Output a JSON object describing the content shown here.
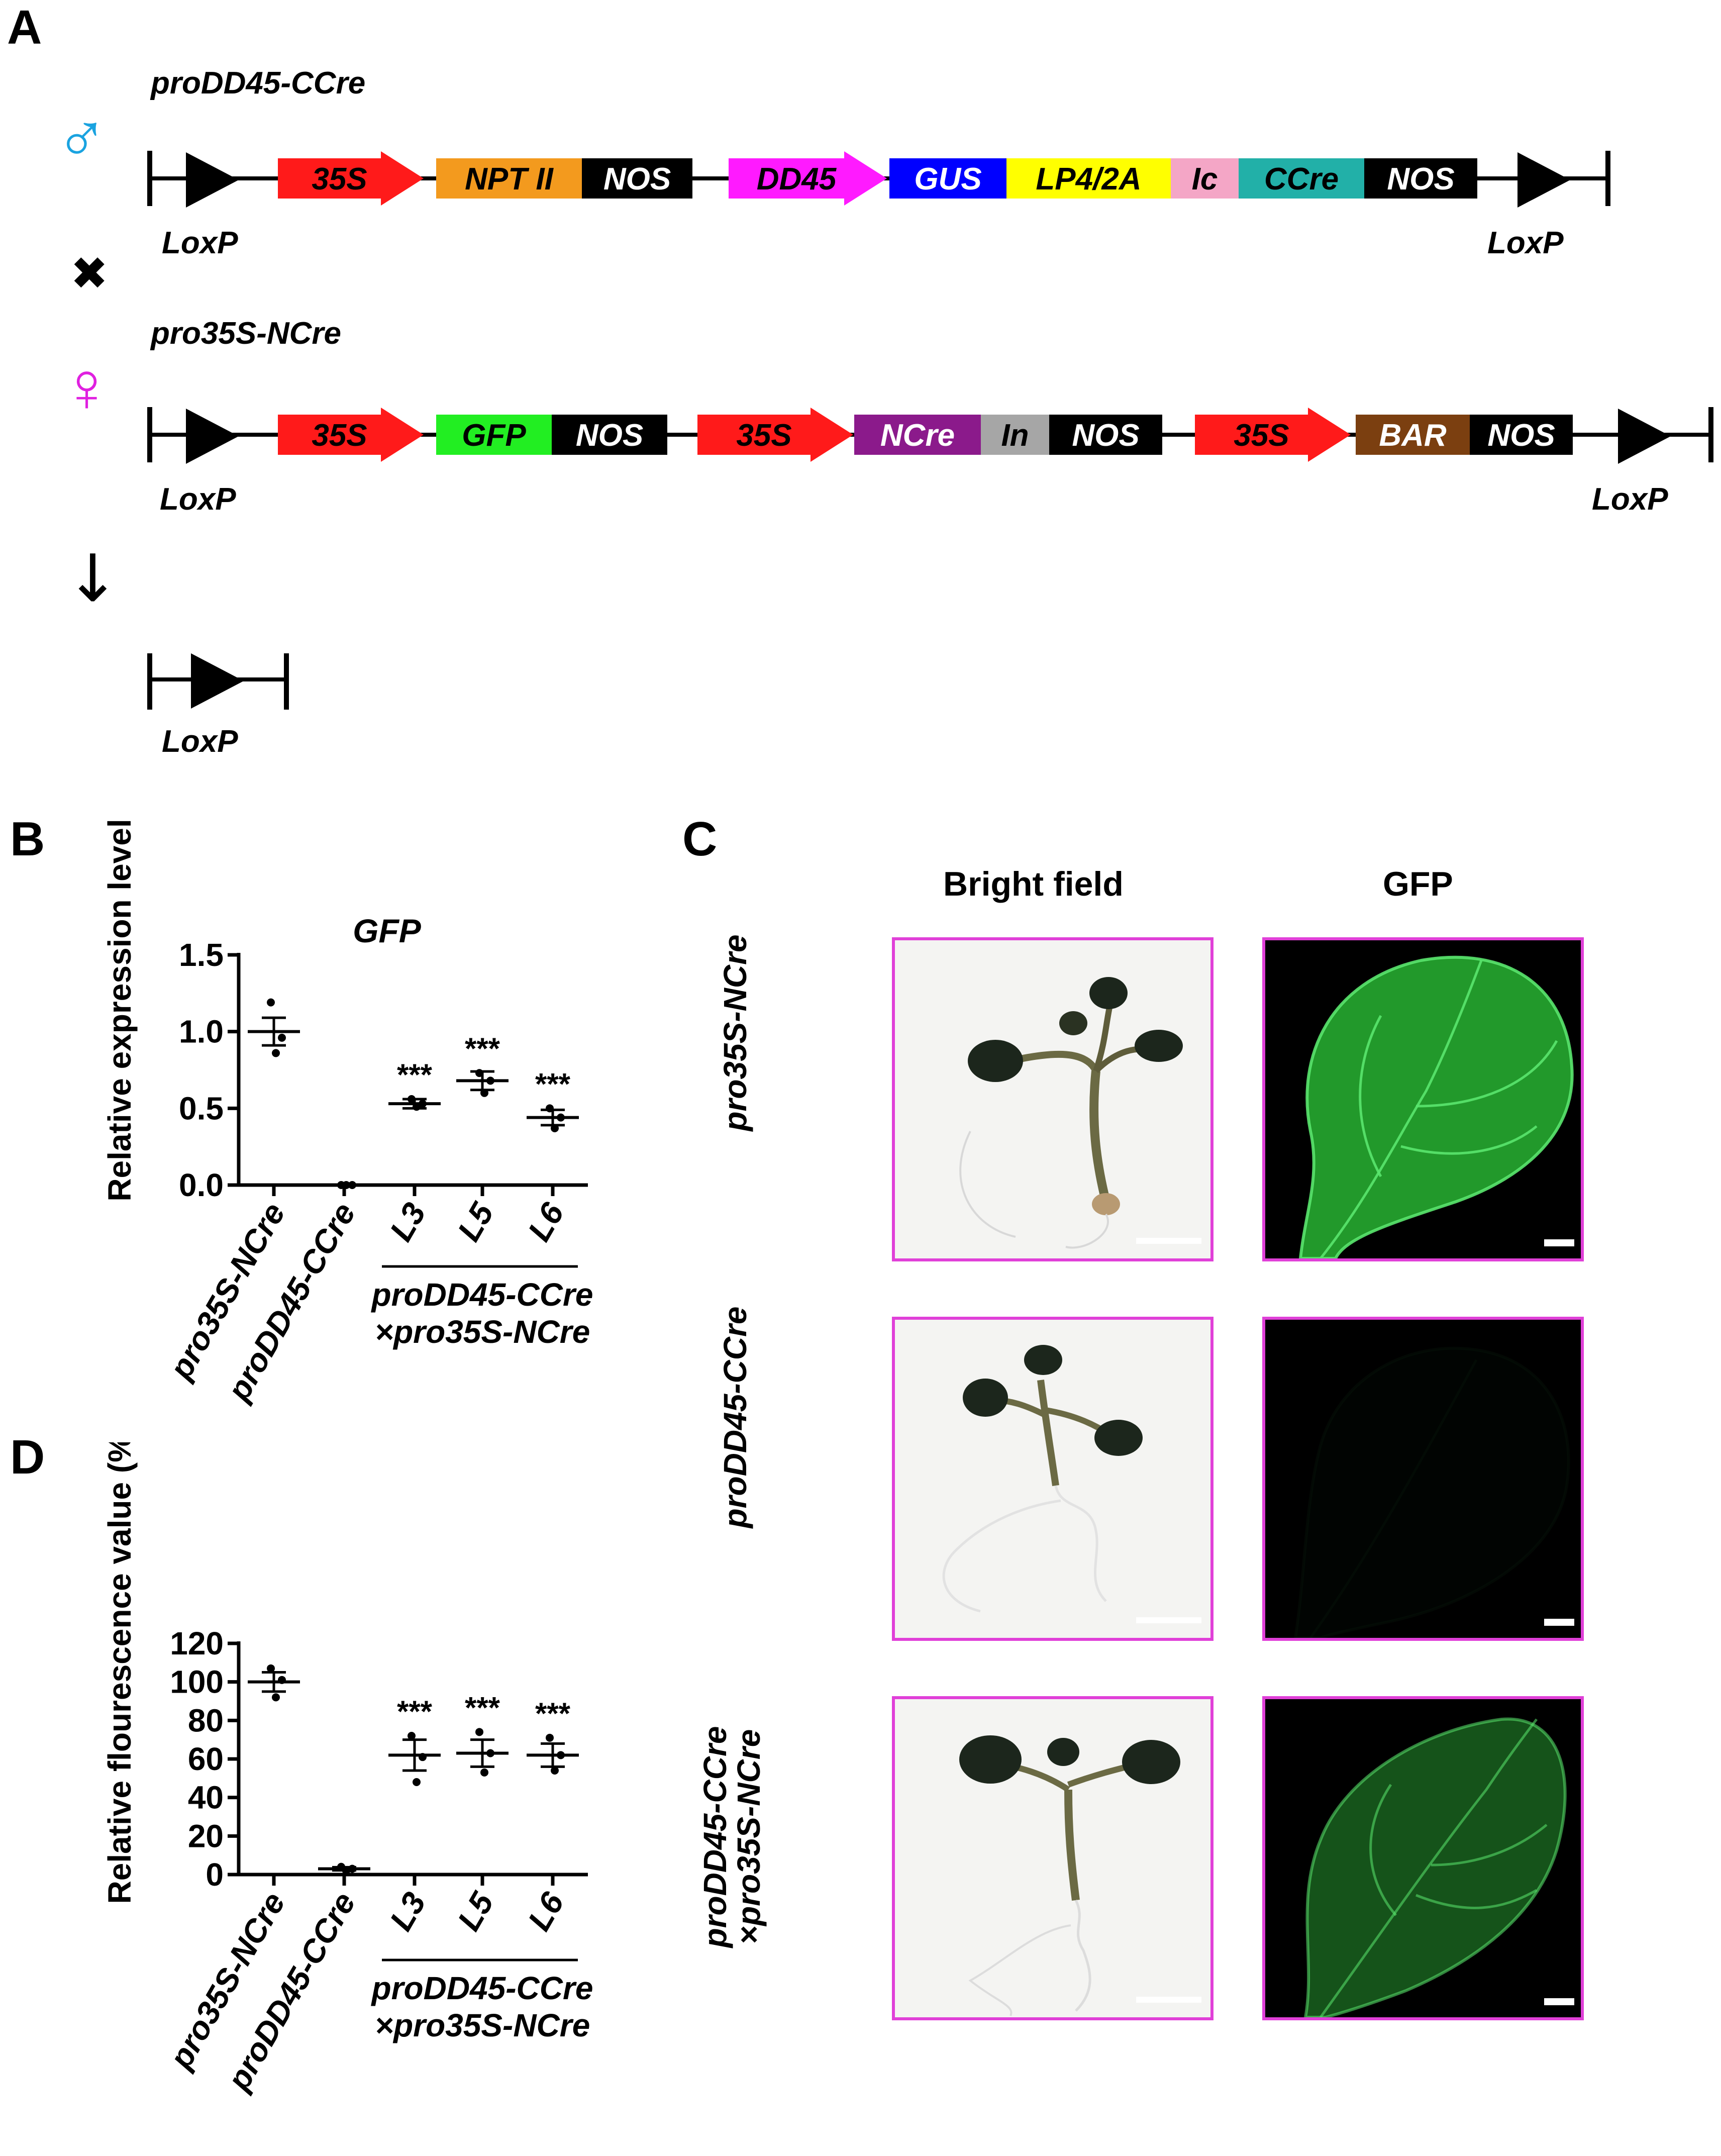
{
  "panel_labels": {
    "a": "A",
    "b": "B",
    "c": "C",
    "d": "D"
  },
  "panel_a": {
    "male_symbol": "♂",
    "female_symbol": "♀",
    "cross_symbol": "✖",
    "arrow_symbol": "↓",
    "construct1": {
      "title": "proDD45-CCre",
      "elements": [
        {
          "label": "35S",
          "type": "promoter",
          "color": "#ff1a1a",
          "text_color": "#000000"
        },
        {
          "label": "NPT II",
          "type": "box",
          "color": "#f39a1e",
          "text_color": "#000000"
        },
        {
          "label": "NOS",
          "type": "box",
          "color": "#000000",
          "text_color": "#ffffff"
        },
        {
          "label": "DD45",
          "type": "promoter",
          "color": "#ff1aff",
          "text_color": "#000000"
        },
        {
          "label": "GUS",
          "type": "box",
          "color": "#0000ff",
          "text_color": "#ffffff"
        },
        {
          "label": "LP4/2A",
          "type": "box",
          "color": "#ffff00",
          "text_color": "#000000"
        },
        {
          "label": "Ic",
          "type": "box",
          "color": "#f4a6c6",
          "text_color": "#000000"
        },
        {
          "label": "CCre",
          "type": "box",
          "color": "#22b0a8",
          "text_color": "#000000"
        },
        {
          "label": "NOS",
          "type": "box",
          "color": "#000000",
          "text_color": "#ffffff"
        }
      ],
      "loxp_left": "LoxP",
      "loxp_right": "LoxP"
    },
    "construct2": {
      "title": "pro35S-NCre",
      "elements": [
        {
          "label": "35S",
          "type": "promoter",
          "color": "#ff1a1a",
          "text_color": "#000000"
        },
        {
          "label": "GFP",
          "type": "box",
          "color": "#22ee22",
          "text_color": "#000000"
        },
        {
          "label": "NOS",
          "type": "box",
          "color": "#000000",
          "text_color": "#ffffff"
        },
        {
          "label": "35S",
          "type": "promoter",
          "color": "#ff1a1a",
          "text_color": "#000000"
        },
        {
          "label": "NCre",
          "type": "box",
          "color": "#8b1a8b",
          "text_color": "#ffffff"
        },
        {
          "label": "In",
          "type": "box",
          "color": "#a6a6a6",
          "text_color": "#000000"
        },
        {
          "label": "NOS",
          "type": "box",
          "color": "#000000",
          "text_color": "#ffffff"
        },
        {
          "label": "35S",
          "type": "promoter",
          "color": "#ff1a1a",
          "text_color": "#000000"
        },
        {
          "label": "BAR",
          "type": "box",
          "color": "#7b3f10",
          "text_color": "#ffffff"
        },
        {
          "label": "NOS",
          "type": "box",
          "color": "#000000",
          "text_color": "#ffffff"
        }
      ],
      "loxp_left": "LoxP",
      "loxp_right": "LoxP"
    },
    "result_loxp": "LoxP"
  },
  "chart_data": [
    {
      "panel": "B",
      "type": "scatter",
      "title": "GFP",
      "ylabel": "Relative expression level",
      "ylim": [
        0,
        1.5
      ],
      "yticks": [
        "0.0",
        "0.5",
        "1.0",
        "1.5"
      ],
      "categories": [
        "pro35S-NCre",
        "proDD45-CCre",
        "L3",
        "L5",
        "L6"
      ],
      "group_label": "proDD45-CCre\n×pro35S-NCre",
      "group_label_line1": "proDD45-CCre",
      "group_label_line2": "×pro35S-NCre",
      "means": [
        1.0,
        0.0,
        0.53,
        0.68,
        0.44
      ],
      "errors": [
        0.09,
        0.0,
        0.03,
        0.06,
        0.05
      ],
      "points": [
        [
          1.19,
          0.96,
          0.86
        ],
        [
          0.0,
          0.0,
          0.0
        ],
        [
          0.56,
          0.53,
          0.51
        ],
        [
          0.73,
          0.68,
          0.6
        ],
        [
          0.5,
          0.44,
          0.37
        ]
      ],
      "significance": [
        "",
        "",
        "***",
        "***",
        "***"
      ]
    },
    {
      "panel": "D",
      "type": "scatter",
      "title": "",
      "ylabel": "Relative flourescence value (%)",
      "ylim": [
        0,
        120
      ],
      "yticks": [
        "0",
        "20",
        "40",
        "60",
        "80",
        "100",
        "120"
      ],
      "categories": [
        "pro35S-NCre",
        "proDD45-CCre",
        "L3",
        "L5",
        "L6"
      ],
      "group_label": "proDD45-CCre\n×pro35S-NCre",
      "group_label_line1": "proDD45-CCre",
      "group_label_line2": "×pro35S-NCre",
      "means": [
        100,
        3,
        62,
        63,
        62
      ],
      "errors": [
        5,
        0.8,
        8,
        7,
        6
      ],
      "points": [
        [
          107,
          101,
          92
        ],
        [
          4,
          3,
          2
        ],
        [
          72,
          61,
          48
        ],
        [
          74,
          63,
          53
        ],
        [
          71,
          62,
          54
        ]
      ],
      "significance": [
        "",
        "",
        "***",
        "***",
        "***"
      ]
    }
  ],
  "panel_c": {
    "col_headers": [
      "Bright field",
      "GFP"
    ],
    "row_labels": [
      [
        "pro35S-NCre"
      ],
      [
        "proDD45-CCre"
      ],
      [
        "proDD45-CCre",
        "×pro35S-NCre"
      ]
    ],
    "gfp_intensity": [
      1.0,
      0.03,
      0.62
    ]
  }
}
